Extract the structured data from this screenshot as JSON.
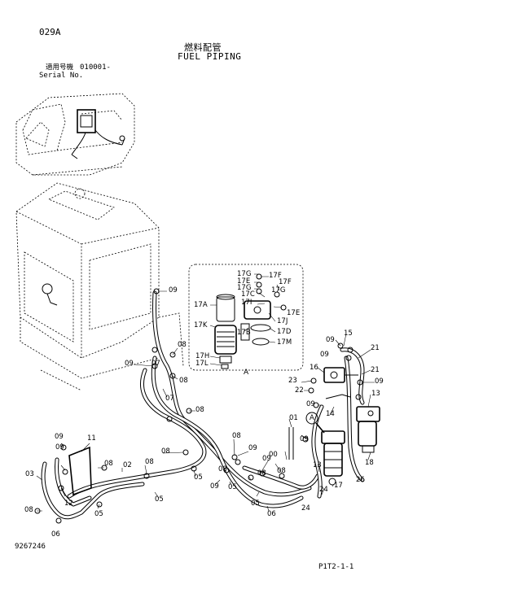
{
  "header": {
    "page_code": "029A",
    "title_jp": "燃料配管",
    "title_en": "FUEL PIPING",
    "serial_jp": "適用号機",
    "serial_range": "010001-",
    "serial_en": "Serial No."
  },
  "footer": {
    "doc_number": "9267246",
    "page_ref": "P1T2-1-1"
  },
  "detail": {
    "view_label": "A"
  },
  "labels": {
    "l09a": "09",
    "l08a": "08",
    "l09b": "09",
    "l07a": "07",
    "l08b": "08",
    "l07b": "07",
    "l08c": "08",
    "l09c": "09",
    "l11": "11",
    "l08d": "08",
    "l02": "02",
    "l08e": "08",
    "l09d": "09",
    "l03": "03",
    "l12": "12",
    "l05a": "05",
    "l08f": "08",
    "l06a": "06",
    "l05b": "05",
    "l08g": "08",
    "l05c": "05",
    "l08h": "08",
    "l09e": "09",
    "l09f": "09",
    "l08i": "08",
    "l05d": "05",
    "l09g": "09",
    "l05e": "05",
    "l06b": "06",
    "l08j": "08",
    "l00": "00",
    "l08k": "08",
    "l01": "01",
    "l09h": "09",
    "l13a": "13",
    "l24a": "24",
    "l24b": "24",
    "l17": "17",
    "l26": "26",
    "l18": "18",
    "l13b": "13",
    "l14": "14",
    "l09i": "09",
    "l22": "22",
    "l23": "23",
    "l16": "16",
    "l09j": "09",
    "l09k": "09",
    "l15": "15",
    "l21a": "21",
    "l21b": "21",
    "l09l": "09",
    "lA": "A",
    "d17G1": "17G",
    "d17F1": "17F",
    "d17E1": "17E",
    "d17G2": "17G",
    "d17F2": "17F",
    "d17C": "17C",
    "d17I": "17I",
    "d17G3": "17G",
    "d17E2": "17E",
    "d17J": "17J",
    "d17A": "17A",
    "d17K": "17K",
    "d17B": "17B",
    "d17D": "17D",
    "d17M": "17M",
    "d17H": "17H",
    "d17L": "17L"
  }
}
